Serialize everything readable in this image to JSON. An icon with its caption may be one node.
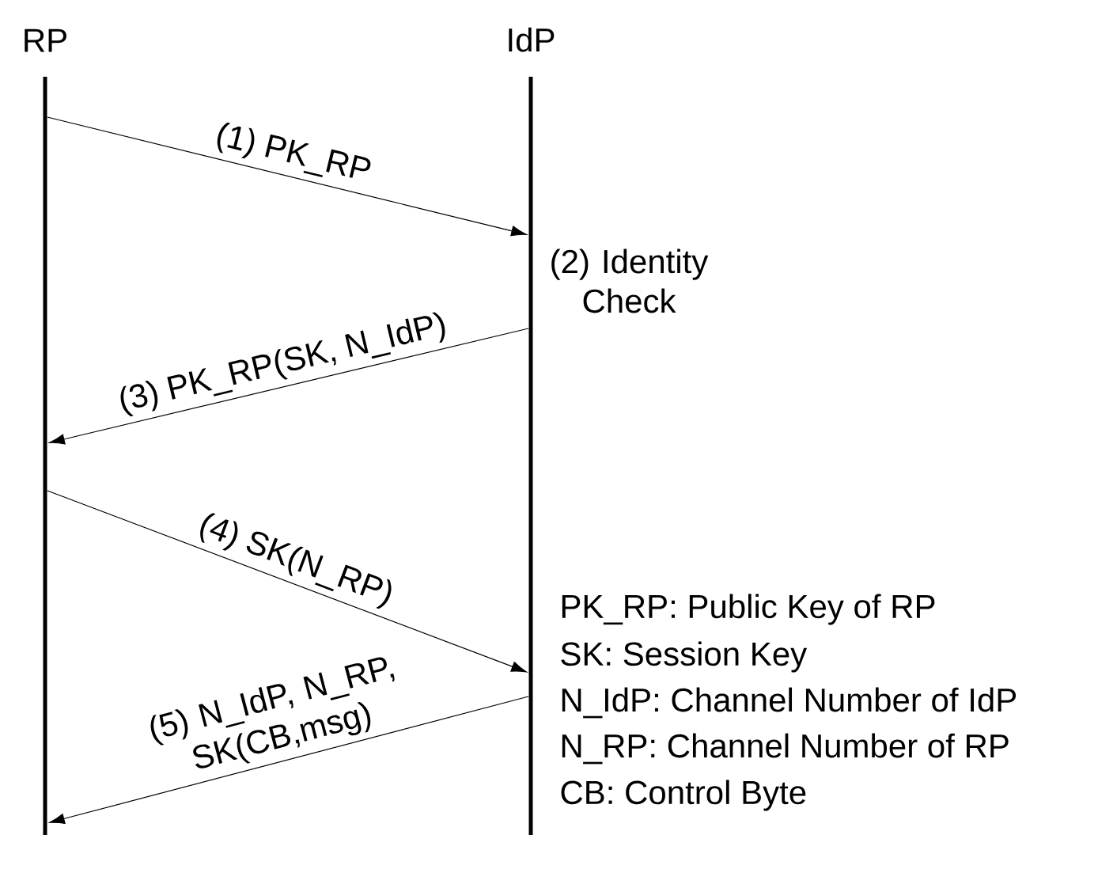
{
  "diagram": {
    "nodes": [
      {
        "text": [
          "RP"
        ]
      },
      {
        "text": [
          "IdP"
        ]
      }
    ],
    "edges": [
      {
        "from": 0,
        "to": 1,
        "arrow": "to",
        "label": "(1) PK_RP"
      },
      {
        "from": 1,
        "to": 0,
        "arrow": "to",
        "label": "(3) PK_RP(SK, N_IdP)"
      },
      {
        "from": 0,
        "to": 1,
        "arrow": "to",
        "label": "(4) SK(N_RP)"
      },
      {
        "from": 1,
        "to": 0,
        "arrow": "to",
        "label": "(5) N_IdP, N_RP, SK(CB,msg)"
      }
    ],
    "labels": [
      "(2) Identity Check",
      "PK_RP: Public Key of RP",
      "SK: Session Key",
      "N_IdP: Channel Number of IdP",
      "N_RP: Channel Number of RP",
      "CB: Control Byte"
    ]
  }
}
